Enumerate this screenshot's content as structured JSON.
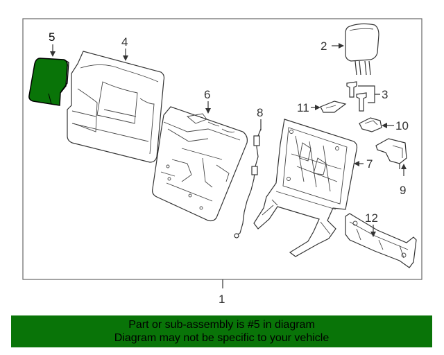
{
  "callouts": {
    "c1": "1",
    "c2": "2",
    "c3": "3",
    "c4": "4",
    "c5": "5",
    "c6": "6",
    "c7": "7",
    "c8": "8",
    "c9": "9",
    "c10": "10",
    "c11": "11",
    "c12": "12"
  },
  "highlight_color": "#097408",
  "footer": {
    "line1": "Part or sub-assembly is #5 in diagram",
    "line2": "Diagram may not be specific to your vehicle"
  }
}
